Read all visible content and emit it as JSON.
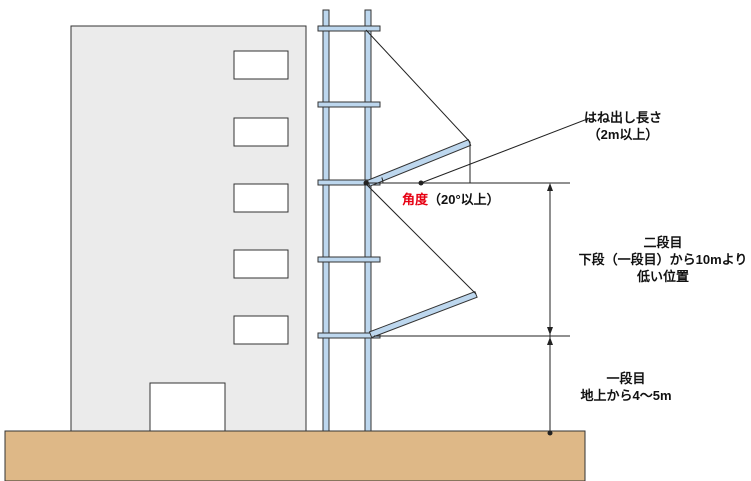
{
  "labels": {
    "overhang": {
      "line1": "はね出し長さ",
      "line2": "（2m以上）"
    },
    "angle": {
      "word": "角度",
      "value": "（20°以上）"
    },
    "second_tier": {
      "line1": "二段目",
      "line2": "下段（一段目）から10mより",
      "line3": "低い位置"
    },
    "first_tier": {
      "line1": "一段目",
      "line2": "地上から4～5m"
    }
  },
  "colors": {
    "ground": "#deb887",
    "building": "#ebebeb",
    "pipe": "#bdd7ee",
    "outline": "#1a1a1a",
    "accent_text": "#e60012"
  }
}
